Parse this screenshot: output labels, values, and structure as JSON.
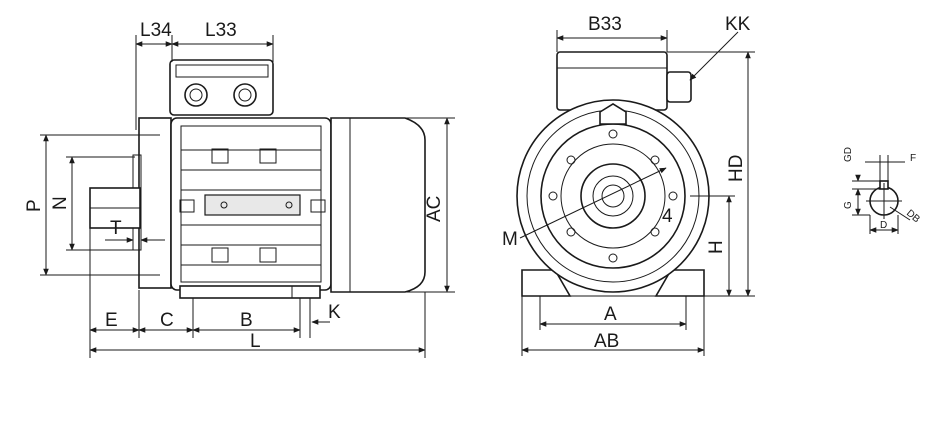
{
  "labels": {
    "L34": "L34",
    "L33": "L33",
    "B33": "B33",
    "KK": "KK",
    "P": "P",
    "N": "N",
    "T": "T",
    "AC": "AC",
    "E": "E",
    "C": "C",
    "B": "B",
    "K": "K",
    "L": "L",
    "M": "M",
    "holes": "4",
    "HD": "HD",
    "H": "H",
    "A": "A",
    "AB": "AB",
    "GD": "GD",
    "F": "F",
    "G": "G",
    "DB": "DB",
    "D": "D"
  }
}
